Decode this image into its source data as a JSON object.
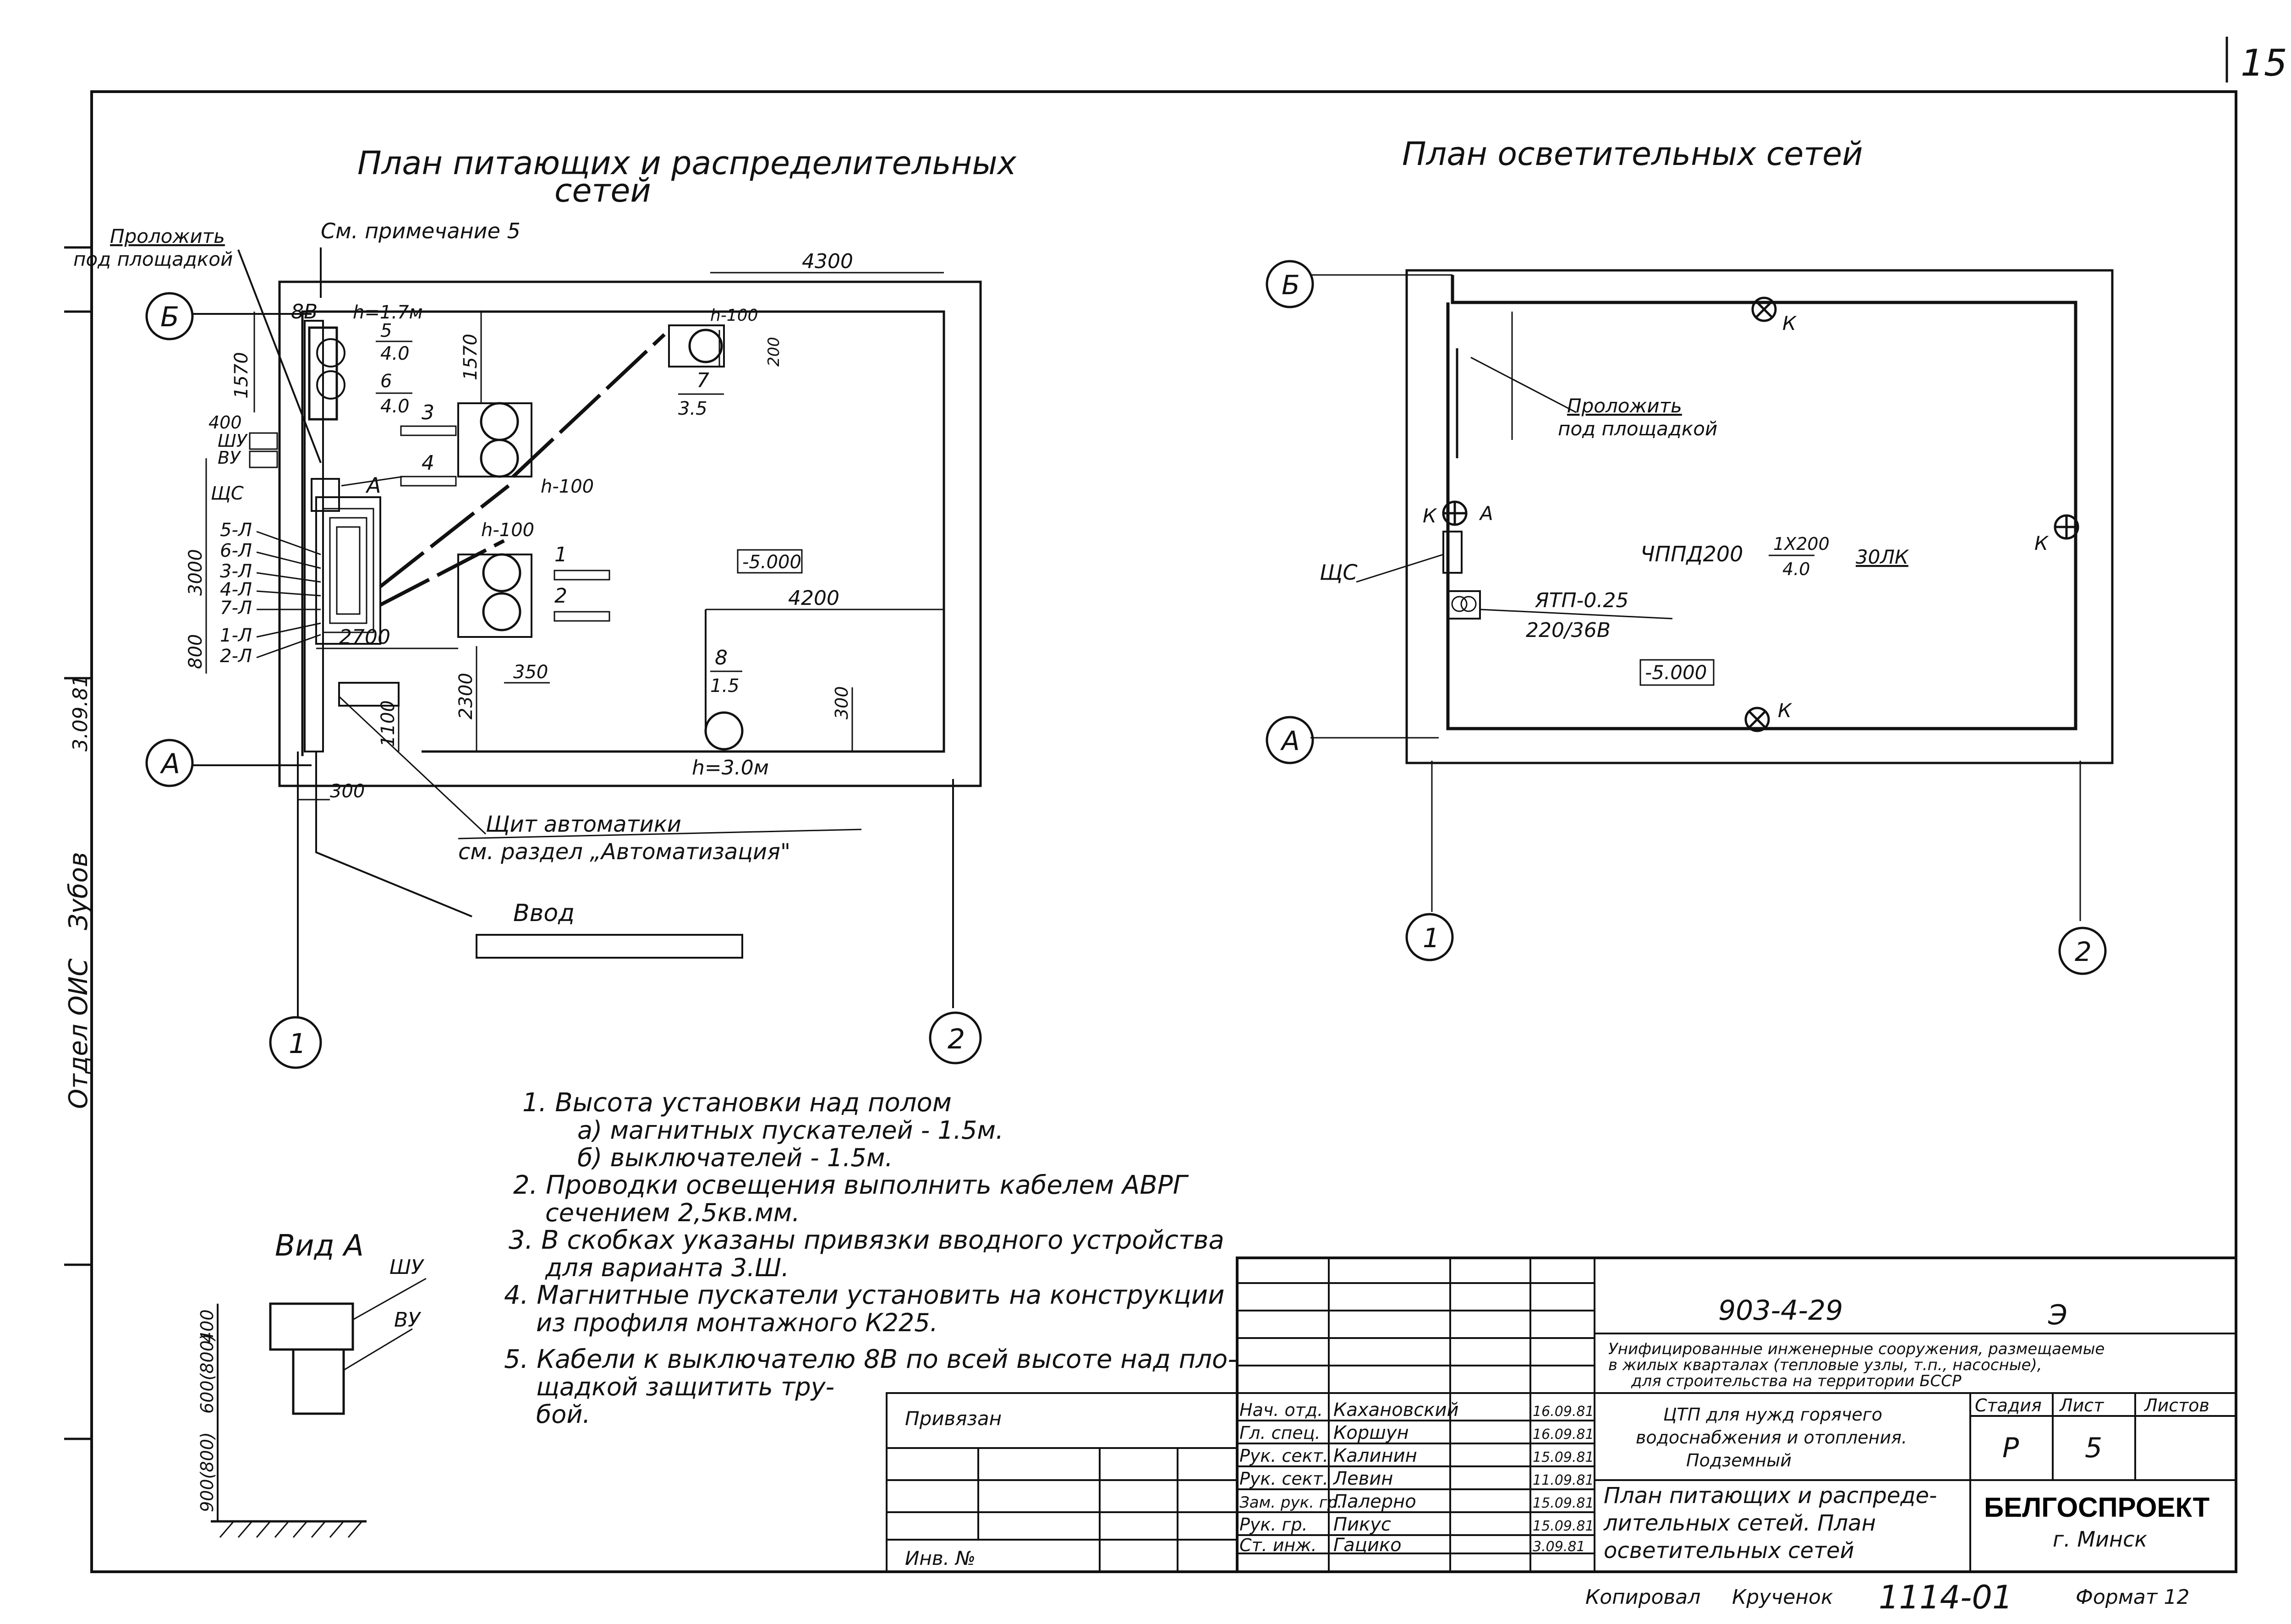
{
  "sheet_corner_number": "15",
  "left_plan": {
    "title_line1": "План питающих и распределительных",
    "title_line2": "сетей",
    "note_lay": "Проложить",
    "note_lay2": "под площадкой",
    "note_see": "См. примечание 5",
    "axis_b": "Б",
    "axis_a": "А",
    "axis_1": "1",
    "axis_2": "2",
    "dim_4300": "4300",
    "dim_4200": "4200",
    "dim_2700": "2700",
    "dim_3000": "3000",
    "dim_1570a": "1570",
    "dim_1570b": "1570",
    "dim_800": "800",
    "dim_1100": "1100",
    "dim_2300": "2300",
    "dim_350": "350",
    "dim_300a": "300",
    "dim_300b": "300",
    "dim_200": "200",
    "dim_400": "400",
    "label_8v": "8В",
    "label_h17": "h=1.7м",
    "label_5": "5",
    "label_5v": "4.0",
    "label_6": "6",
    "label_6v": "4.0",
    "label_3": "3",
    "label_4": "4",
    "label_1": "1",
    "label_2": "2",
    "label_7": "7",
    "label_7v": "3.5",
    "label_8": "8",
    "label_8v2": "1.5",
    "label_h100a": "h-100",
    "label_h100b": "h-100",
    "label_h100c": "h-100",
    "label_h30": "h=3.0м",
    "label_level": "-5.000",
    "label_shu": "ШУ",
    "label_vu": "ВУ",
    "label_shc": "ЩС",
    "label_a": "А",
    "lines": [
      "5-Л",
      "6-Л",
      "3-Л",
      "4-Л",
      "7-Л",
      "1-Л",
      "2-Л"
    ],
    "note_panel1": "Щит автоматики",
    "note_panel2": "см. раздел „Автоматизация\"",
    "input_label": "Ввод"
  },
  "right_plan": {
    "title": "План осветительных сетей",
    "axis_b": "Б",
    "axis_a": "А",
    "axis_1": "1",
    "axis_2": "2",
    "lay1": "Проложить",
    "lay2": "под площадкой",
    "k1": "К",
    "k2": "К",
    "k3": "К",
    "k4": "К",
    "a": "А",
    "shc": "ЩС",
    "lamp": "ЧППД200",
    "lamp_frac_top": "1Х200",
    "lamp_frac_bot": "4.0",
    "lamp_lux": "30ЛК",
    "ytp": "ЯТП-0.25",
    "ytp_v": "220/36В",
    "level": "-5.000"
  },
  "view_a": {
    "title": "Вид А",
    "shu": "ШУ",
    "vu": "ВУ",
    "dim_400": "400",
    "dim_600": "600(800)",
    "dim_900": "900(800)"
  },
  "notes": [
    "1. Высота установки над полом",
    "а) магнитных пускателей - 1.5м.",
    "б) выключателей - 1.5м.",
    "2. Проводки освещения выполнить кабелем АВРГ",
    "сечением 2,5кв.мм.",
    "3. В скобках указаны привязки вводного устройства",
    "для варианта 3.Ш.",
    "4. Магнитные пускатели установить на конструкции",
    "из профиля монтажного К225.",
    "5. Кабели к выключателю 8В по всей высоте над пло-",
    "щадкой защитить тру-",
    "бой."
  ],
  "stamp": {
    "doc_code": "903-4-29",
    "mark": "Э",
    "project_line1": "Унифицированные инженерные сооружения, размещаемые",
    "project_line2": "в жилых кварталах (тепловые узлы, т.п., насосные),",
    "project_line3": "для строительства на территории БССР",
    "object_line1": "ЦТП для нужд горячего",
    "object_line2": "водоснабжения и отопления.",
    "object_line3": "Подземный",
    "sheet_title1": "План питающих и распреде-",
    "sheet_title2": "лительных сетей. План",
    "sheet_title3": "осветительных сетей",
    "stage_h": "Стадия",
    "sheet_h": "Лист",
    "sheets_h": "Листов",
    "stage": "Р",
    "sheet": "5",
    "org1": "БЕЛГОСПРОЕКТ",
    "org2": "г. Минск",
    "tied": "Привязан",
    "inv": "Инв. №",
    "roles": [
      {
        "role": "Нач. отд.",
        "name": "Кахановский",
        "date": "16.09.81"
      },
      {
        "role": "Гл. спец.",
        "name": "Коршун",
        "date": "16.09.81"
      },
      {
        "role": "Рук. сект.",
        "name": "Калинин",
        "date": "15.09.81"
      },
      {
        "role": "Рук. сект.",
        "name": "Левин",
        "date": "11.09.81"
      },
      {
        "role": "Зам. рук. гр.",
        "name": "Палерно",
        "date": "15.09.81"
      },
      {
        "role": "Рук. гр.",
        "name": "Пикус",
        "date": "15.09.81"
      },
      {
        "role": "Ст. инж.",
        "name": "Гацико",
        "date": "3.09.81"
      }
    ],
    "copied": "Копировал",
    "copier": "Крученок",
    "inv_num": "1114-01",
    "format": "Формат 12"
  },
  "side_stamp": {
    "dept": "Отдел ОИС",
    "name": "Зубов",
    "date": "3.09.81"
  }
}
